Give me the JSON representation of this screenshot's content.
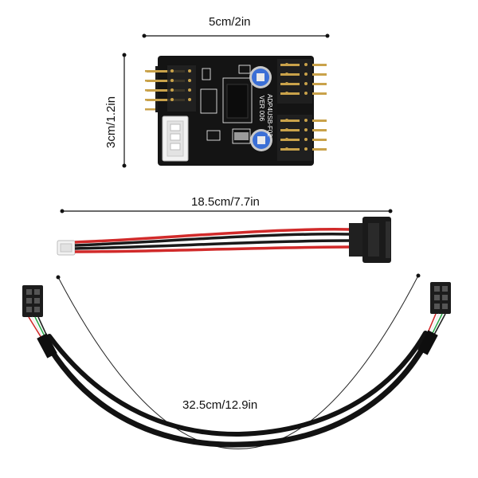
{
  "dimensions": {
    "board_width": "5cm/2in",
    "board_height": "3cm/1.2in",
    "sata_cable_length": "18.5cm/7.7in",
    "usb_cable_length": "32.5cm/12.9in"
  },
  "board": {
    "model_text": "ADP4USB-F02",
    "version_text": "VER 006",
    "color": "#141414",
    "pin_color": "#c9a24a"
  },
  "colors": {
    "wire_red": "#d12a2a",
    "wire_black": "#1a1a1a",
    "cable_black": "#121212",
    "connector_white": "#f2f2f2",
    "capacitor_blue": "#3b6fd6"
  }
}
